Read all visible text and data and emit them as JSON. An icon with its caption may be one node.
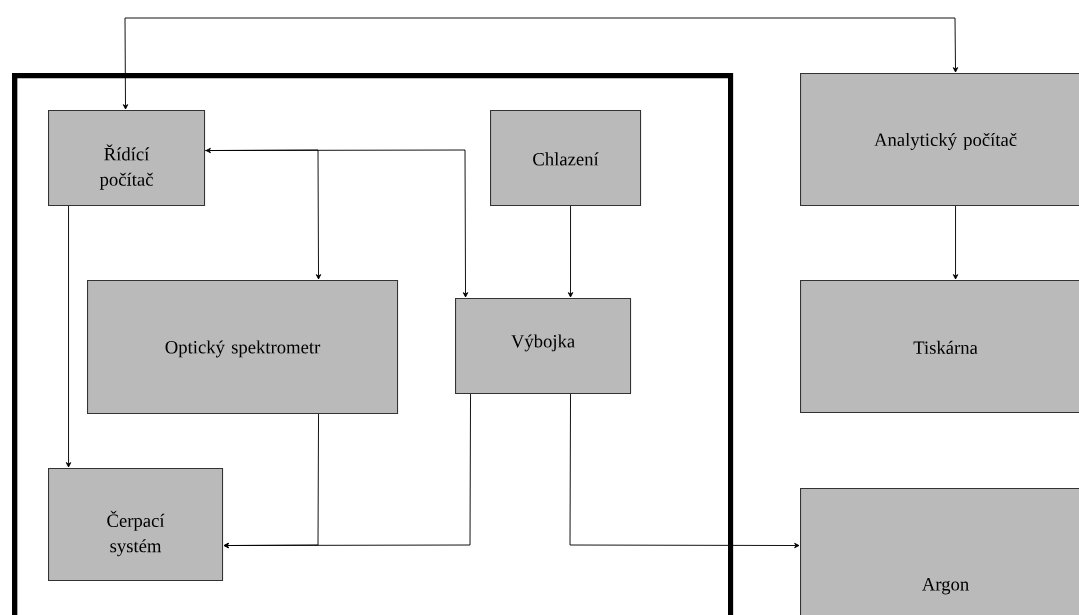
{
  "diagram": {
    "nodes": [
      {
        "text": [],
        "shape": "box"
      },
      {
        "text": [
          "Řídící počítač"
        ],
        "in": 0
      },
      {
        "text": [
          "Chlazení"
        ],
        "in": 0
      },
      {
        "text": [
          "Optický spektrometr"
        ],
        "in": 0
      },
      {
        "text": [
          "Výbojka"
        ],
        "in": 0
      },
      {
        "text": [
          "Čerpací systém"
        ],
        "in": 0
      },
      {
        "text": [
          "Analytický počítač"
        ]
      },
      {
        "text": [
          "Tiskárna"
        ]
      },
      {
        "text": [
          "Argon"
        ]
      }
    ],
    "edges": [
      {
        "from": 1,
        "to": 6,
        "arrow": "both"
      },
      {
        "from": 1,
        "to": 4,
        "arrow": "to"
      },
      {
        "from": 1,
        "to": 3,
        "arrow": "both"
      },
      {
        "from": 1,
        "to": 5,
        "arrow": "to"
      },
      {
        "from": 2,
        "to": 4,
        "arrow": "to"
      },
      {
        "from": 3,
        "to": 5,
        "arrow": "to"
      },
      {
        "from": 4,
        "to": 5,
        "arrow": "to"
      },
      {
        "from": 4,
        "to": 8,
        "arrow": "to"
      },
      {
        "from": 6,
        "to": 7,
        "arrow": "to"
      }
    ]
  }
}
